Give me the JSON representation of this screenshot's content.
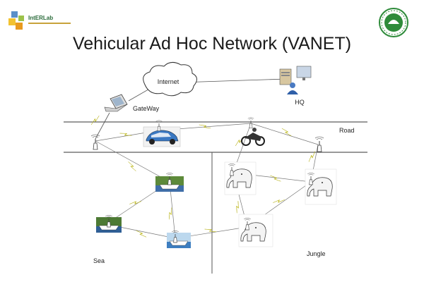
{
  "header": {
    "logo_text": "IntERLab",
    "title": "Vehicular Ad Hoc Network (VANET)"
  },
  "diagram": {
    "labels": {
      "internet": "Internet",
      "hq": "HQ",
      "gateway": "GateWay",
      "road": "Road",
      "sea": "Sea",
      "jungle": "Jungle"
    },
    "icons": {
      "cloud": "cloud-icon",
      "server": "server-icon",
      "laptop": "laptop-icon",
      "antenna": "antenna-icon",
      "car": "car-icon",
      "motorcycle": "motorcycle-icon",
      "boat": "boat-icon",
      "elephant": "elephant-icon",
      "lightning": "wireless-link-icon"
    },
    "colors": {
      "wireless_link": "#e6e01a",
      "wired_link": "#555555",
      "road_line": "#333333"
    }
  }
}
